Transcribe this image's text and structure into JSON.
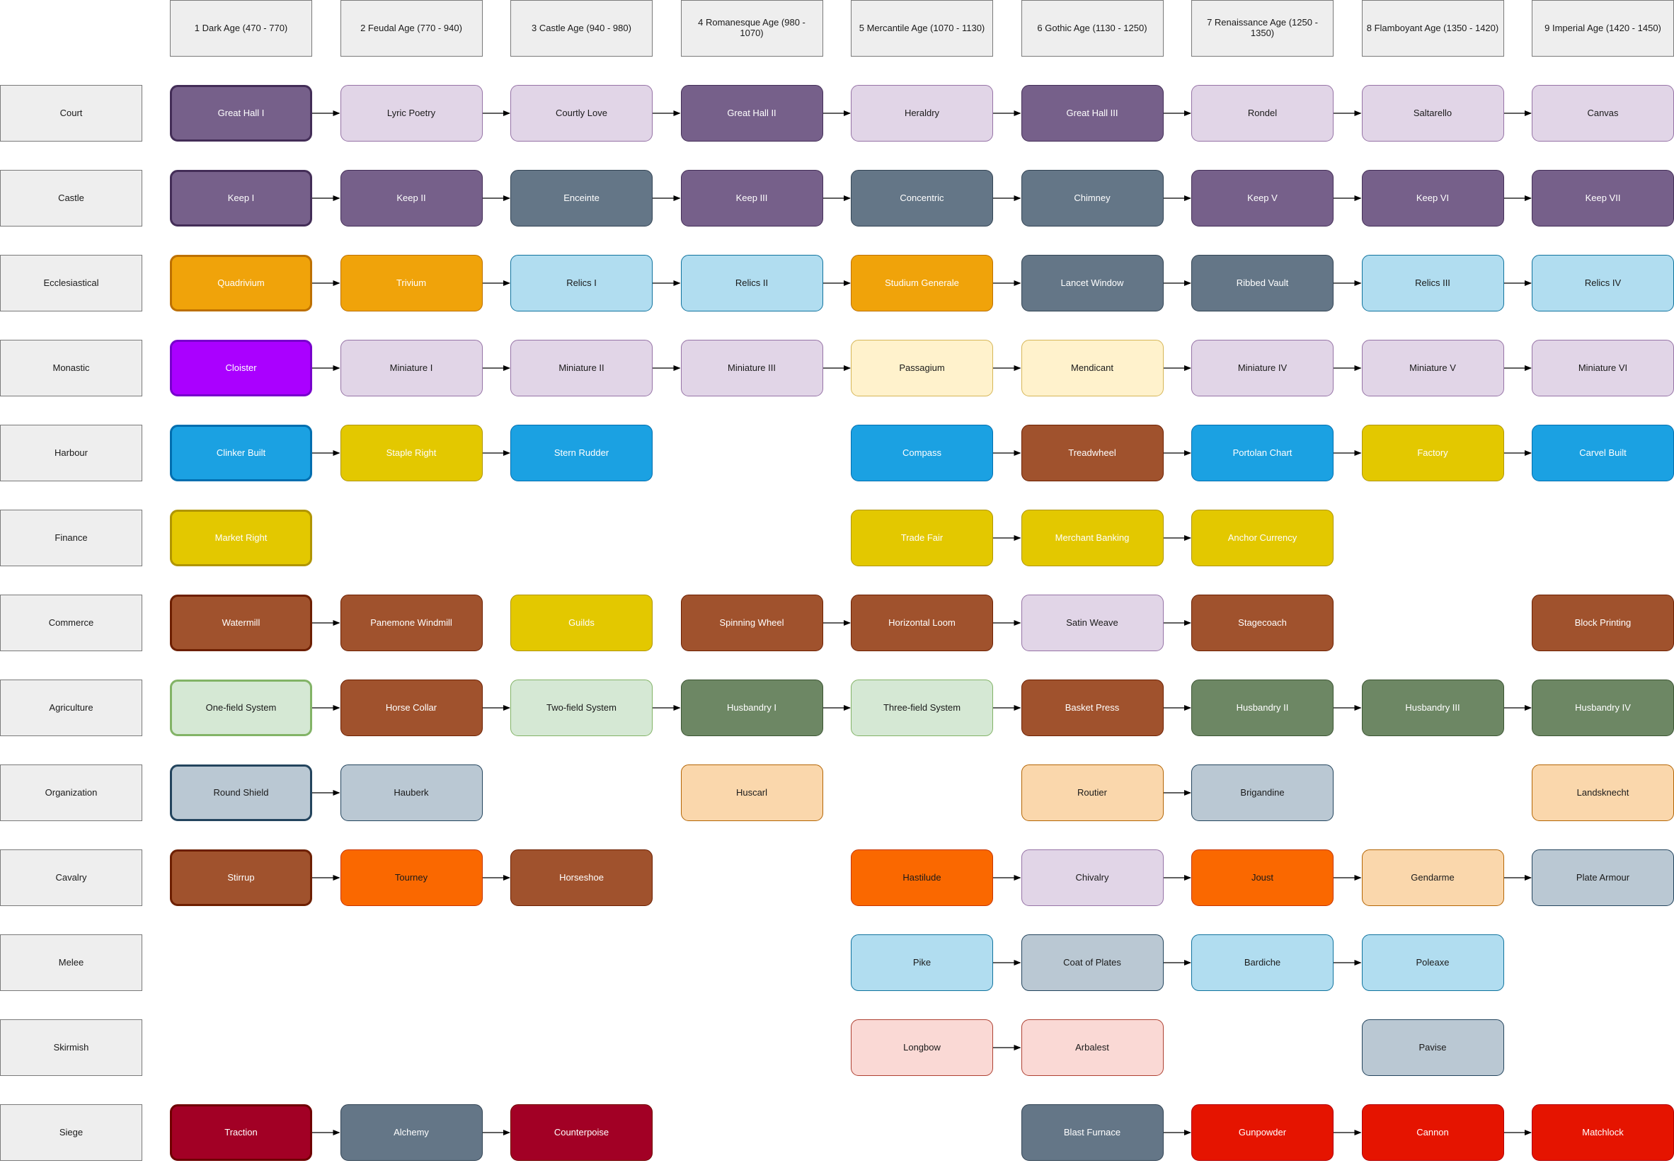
{
  "ages": [
    "1 Dark Age (470 - 770)",
    "2 Feudal Age (770 - 940)",
    "3 Castle Age (940 - 980)",
    "4 Romanesque Age (980 - 1070)",
    "5 Mercantile Age (1070 - 1130)",
    "6 Gothic Age (1130 - 1250)",
    "7 Renaissance Age (1250 - 1350)",
    "8 Flamboyant Age (1350 - 1420)",
    "9 Imperial Age (1420 - 1450)"
  ],
  "categories": [
    "Court",
    "Castle",
    "Ecclesiastical",
    "Monastic",
    "Harbour",
    "Finance",
    "Commerce",
    "Agriculture",
    "Organization",
    "Cavalry",
    "Melee",
    "Skirmish",
    "Siege"
  ],
  "palette": {
    "purple": {
      "fill": "#76608a",
      "stroke": "#432d57",
      "text": "#ffffff"
    },
    "lilac": {
      "fill": "#e1d5e7",
      "stroke": "#9673a6",
      "text": "#1a1a1a"
    },
    "slate": {
      "fill": "#647687",
      "stroke": "#314354",
      "text": "#ffffff"
    },
    "amber": {
      "fill": "#f0a30a",
      "stroke": "#bd7000",
      "text": "#ffffff"
    },
    "sky": {
      "fill": "#b1ddf0",
      "stroke": "#10739e",
      "text": "#1a1a1a"
    },
    "violet": {
      "fill": "#aa00ff",
      "stroke": "#7700cc",
      "text": "#ffffff"
    },
    "cream": {
      "fill": "#fff2cc",
      "stroke": "#d6b656",
      "text": "#1a1a1a"
    },
    "cyan": {
      "fill": "#1ba1e2",
      "stroke": "#006eaf",
      "text": "#ffffff"
    },
    "yellow": {
      "fill": "#e3c800",
      "stroke": "#b09500",
      "text": "#ffffff"
    },
    "brown": {
      "fill": "#a0522d",
      "stroke": "#6d1f00",
      "text": "#ffffff"
    },
    "mint": {
      "fill": "#d5e8d4",
      "stroke": "#82b366",
      "text": "#1a1a1a"
    },
    "olive": {
      "fill": "#6d8764",
      "stroke": "#3a5431",
      "text": "#ffffff"
    },
    "steel": {
      "fill": "#bac8d3",
      "stroke": "#23445d",
      "text": "#1a1a1a"
    },
    "peach": {
      "fill": "#fad7ac",
      "stroke": "#b46504",
      "text": "#1a1a1a"
    },
    "orange": {
      "fill": "#fa6800",
      "stroke": "#c73500",
      "text": "#1a1a1a"
    },
    "pink": {
      "fill": "#fad9d5",
      "stroke": "#ae4132",
      "text": "#1a1a1a"
    },
    "crimson": {
      "fill": "#a20025",
      "stroke": "#6f0000",
      "text": "#ffffff"
    },
    "red": {
      "fill": "#e51400",
      "stroke": "#b20000",
      "text": "#ffffff"
    }
  },
  "rows": [
    {
      "category": "Court",
      "nodes": [
        {
          "age": 1,
          "label": "Great Hall I",
          "color": "purple"
        },
        {
          "age": 2,
          "label": "Lyric Poetry",
          "color": "lilac"
        },
        {
          "age": 3,
          "label": "Courtly Love",
          "color": "lilac"
        },
        {
          "age": 4,
          "label": "Great Hall II",
          "color": "purple"
        },
        {
          "age": 5,
          "label": "Heraldry",
          "color": "lilac"
        },
        {
          "age": 6,
          "label": "Great Hall III",
          "color": "purple"
        },
        {
          "age": 7,
          "label": "Rondel",
          "color": "lilac"
        },
        {
          "age": 8,
          "label": "Saltarello",
          "color": "lilac"
        },
        {
          "age": 9,
          "label": "Canvas",
          "color": "lilac"
        }
      ],
      "links": [
        [
          1,
          2
        ],
        [
          2,
          3
        ],
        [
          3,
          4
        ],
        [
          4,
          5
        ],
        [
          5,
          6
        ],
        [
          6,
          7
        ],
        [
          7,
          8
        ],
        [
          8,
          9
        ]
      ]
    },
    {
      "category": "Castle",
      "nodes": [
        {
          "age": 1,
          "label": "Keep I",
          "color": "purple"
        },
        {
          "age": 2,
          "label": "Keep II",
          "color": "purple"
        },
        {
          "age": 3,
          "label": "Enceinte",
          "color": "slate"
        },
        {
          "age": 4,
          "label": "Keep III",
          "color": "purple"
        },
        {
          "age": 5,
          "label": "Concentric",
          "color": "slate"
        },
        {
          "age": 6,
          "label": "Chimney",
          "color": "slate"
        },
        {
          "age": 7,
          "label": "Keep V",
          "color": "purple"
        },
        {
          "age": 8,
          "label": "Keep VI",
          "color": "purple"
        },
        {
          "age": 9,
          "label": "Keep VII",
          "color": "purple"
        }
      ],
      "links": [
        [
          1,
          2
        ],
        [
          2,
          3
        ],
        [
          3,
          4
        ],
        [
          4,
          5
        ],
        [
          5,
          6
        ],
        [
          6,
          7
        ],
        [
          7,
          8
        ],
        [
          8,
          9
        ]
      ]
    },
    {
      "category": "Ecclesiastical",
      "nodes": [
        {
          "age": 1,
          "label": "Quadrivium",
          "color": "amber"
        },
        {
          "age": 2,
          "label": "Trivium",
          "color": "amber"
        },
        {
          "age": 3,
          "label": "Relics I",
          "color": "sky"
        },
        {
          "age": 4,
          "label": "Relics II",
          "color": "sky"
        },
        {
          "age": 5,
          "label": "Studium Generale",
          "color": "amber"
        },
        {
          "age": 6,
          "label": "Lancet Window",
          "color": "slate"
        },
        {
          "age": 7,
          "label": "Ribbed Vault",
          "color": "slate"
        },
        {
          "age": 8,
          "label": "Relics III",
          "color": "sky"
        },
        {
          "age": 9,
          "label": "Relics IV",
          "color": "sky"
        }
      ],
      "links": [
        [
          1,
          2
        ],
        [
          2,
          3
        ],
        [
          3,
          4
        ],
        [
          4,
          5
        ],
        [
          5,
          6
        ],
        [
          6,
          7
        ],
        [
          7,
          8
        ],
        [
          8,
          9
        ]
      ]
    },
    {
      "category": "Monastic",
      "nodes": [
        {
          "age": 1,
          "label": "Cloister",
          "color": "violet"
        },
        {
          "age": 2,
          "label": "Miniature I",
          "color": "lilac"
        },
        {
          "age": 3,
          "label": "Miniature II",
          "color": "lilac"
        },
        {
          "age": 4,
          "label": "Miniature III",
          "color": "lilac"
        },
        {
          "age": 5,
          "label": "Passagium",
          "color": "cream"
        },
        {
          "age": 6,
          "label": "Mendicant",
          "color": "cream"
        },
        {
          "age": 7,
          "label": "Miniature IV",
          "color": "lilac"
        },
        {
          "age": 8,
          "label": "Miniature V",
          "color": "lilac"
        },
        {
          "age": 9,
          "label": "Miniature VI",
          "color": "lilac"
        }
      ],
      "links": [
        [
          1,
          2
        ],
        [
          2,
          3
        ],
        [
          3,
          4
        ],
        [
          4,
          5
        ],
        [
          5,
          6
        ],
        [
          6,
          7
        ],
        [
          7,
          8
        ],
        [
          8,
          9
        ]
      ]
    },
    {
      "category": "Harbour",
      "nodes": [
        {
          "age": 1,
          "label": "Clinker Built",
          "color": "cyan"
        },
        {
          "age": 2,
          "label": "Staple Right",
          "color": "yellow"
        },
        {
          "age": 3,
          "label": "Stern Rudder",
          "color": "cyan"
        },
        {
          "age": 5,
          "label": "Compass",
          "color": "cyan"
        },
        {
          "age": 6,
          "label": "Treadwheel",
          "color": "brown"
        },
        {
          "age": 7,
          "label": "Portolan Chart",
          "color": "cyan"
        },
        {
          "age": 8,
          "label": "Factory",
          "color": "yellow"
        },
        {
          "age": 9,
          "label": "Carvel Built",
          "color": "cyan"
        }
      ],
      "links": [
        [
          1,
          2
        ],
        [
          2,
          3
        ],
        [
          5,
          6
        ],
        [
          6,
          7
        ],
        [
          7,
          8
        ],
        [
          8,
          9
        ]
      ]
    },
    {
      "category": "Finance",
      "nodes": [
        {
          "age": 1,
          "label": "Market Right",
          "color": "yellow"
        },
        {
          "age": 5,
          "label": "Trade Fair",
          "color": "yellow"
        },
        {
          "age": 6,
          "label": "Merchant Banking",
          "color": "yellow"
        },
        {
          "age": 7,
          "label": "Anchor Currency",
          "color": "yellow"
        }
      ],
      "links": [
        [
          5,
          6
        ],
        [
          6,
          7
        ]
      ]
    },
    {
      "category": "Commerce",
      "nodes": [
        {
          "age": 1,
          "label": "Watermill",
          "color": "brown"
        },
        {
          "age": 2,
          "label": "Panemone Windmill",
          "color": "brown"
        },
        {
          "age": 3,
          "label": "Guilds",
          "color": "yellow"
        },
        {
          "age": 4,
          "label": "Spinning Wheel",
          "color": "brown"
        },
        {
          "age": 5,
          "label": "Horizontal Loom",
          "color": "brown"
        },
        {
          "age": 6,
          "label": "Satin Weave",
          "color": "lilac"
        },
        {
          "age": 7,
          "label": "Stagecoach",
          "color": "brown"
        },
        {
          "age": 9,
          "label": "Block Printing",
          "color": "brown"
        }
      ],
      "links": [
        [
          1,
          2
        ],
        [
          4,
          5
        ],
        [
          5,
          6
        ],
        [
          6,
          7
        ]
      ]
    },
    {
      "category": "Agriculture",
      "nodes": [
        {
          "age": 1,
          "label": "One-field System",
          "color": "mint"
        },
        {
          "age": 2,
          "label": "Horse Collar",
          "color": "brown"
        },
        {
          "age": 3,
          "label": "Two-field System",
          "color": "mint"
        },
        {
          "age": 4,
          "label": "Husbandry I",
          "color": "olive"
        },
        {
          "age": 5,
          "label": "Three-field System",
          "color": "mint"
        },
        {
          "age": 6,
          "label": "Basket Press",
          "color": "brown"
        },
        {
          "age": 7,
          "label": "Husbandry II",
          "color": "olive"
        },
        {
          "age": 8,
          "label": "Husbandry III",
          "color": "olive"
        },
        {
          "age": 9,
          "label": "Husbandry IV",
          "color": "olive"
        }
      ],
      "links": [
        [
          1,
          2
        ],
        [
          2,
          3
        ],
        [
          3,
          4
        ],
        [
          4,
          5
        ],
        [
          5,
          6
        ],
        [
          6,
          7
        ],
        [
          7,
          8
        ],
        [
          8,
          9
        ]
      ]
    },
    {
      "category": "Organization",
      "nodes": [
        {
          "age": 1,
          "label": "Round Shield",
          "color": "steel"
        },
        {
          "age": 2,
          "label": "Hauberk",
          "color": "steel"
        },
        {
          "age": 4,
          "label": "Huscarl",
          "color": "peach"
        },
        {
          "age": 6,
          "label": "Routier",
          "color": "peach"
        },
        {
          "age": 7,
          "label": "Brigandine",
          "color": "steel"
        },
        {
          "age": 9,
          "label": "Landsknecht",
          "color": "peach"
        }
      ],
      "links": [
        [
          1,
          2
        ],
        [
          6,
          7
        ]
      ]
    },
    {
      "category": "Cavalry",
      "nodes": [
        {
          "age": 1,
          "label": "Stirrup",
          "color": "brown"
        },
        {
          "age": 2,
          "label": "Tourney",
          "color": "orange"
        },
        {
          "age": 3,
          "label": "Horseshoe",
          "color": "brown"
        },
        {
          "age": 5,
          "label": "Hastilude",
          "color": "orange"
        },
        {
          "age": 6,
          "label": "Chivalry",
          "color": "lilac"
        },
        {
          "age": 7,
          "label": "Joust",
          "color": "orange"
        },
        {
          "age": 8,
          "label": "Gendarme",
          "color": "peach"
        },
        {
          "age": 9,
          "label": "Plate Armour",
          "color": "steel"
        }
      ],
      "links": [
        [
          1,
          2
        ],
        [
          2,
          3
        ],
        [
          5,
          6
        ],
        [
          6,
          7
        ],
        [
          7,
          8
        ],
        [
          8,
          9
        ]
      ]
    },
    {
      "category": "Melee",
      "nodes": [
        {
          "age": 5,
          "label": "Pike",
          "color": "sky"
        },
        {
          "age": 6,
          "label": "Coat of Plates",
          "color": "steel"
        },
        {
          "age": 7,
          "label": "Bardiche",
          "color": "sky"
        },
        {
          "age": 8,
          "label": "Poleaxe",
          "color": "sky"
        }
      ],
      "links": [
        [
          5,
          6
        ],
        [
          6,
          7
        ],
        [
          7,
          8
        ]
      ]
    },
    {
      "category": "Skirmish",
      "nodes": [
        {
          "age": 5,
          "label": "Longbow",
          "color": "pink"
        },
        {
          "age": 6,
          "label": "Arbalest",
          "color": "pink"
        },
        {
          "age": 8,
          "label": "Pavise",
          "color": "steel"
        }
      ],
      "links": [
        [
          5,
          6
        ]
      ]
    },
    {
      "category": "Siege",
      "nodes": [
        {
          "age": 1,
          "label": "Traction",
          "color": "crimson"
        },
        {
          "age": 2,
          "label": "Alchemy",
          "color": "slate"
        },
        {
          "age": 3,
          "label": "Counterpoise",
          "color": "crimson"
        },
        {
          "age": 6,
          "label": "Blast Furnace",
          "color": "slate"
        },
        {
          "age": 7,
          "label": "Gunpowder",
          "color": "red"
        },
        {
          "age": 8,
          "label": "Cannon",
          "color": "red"
        },
        {
          "age": 9,
          "label": "Matchlock",
          "color": "red"
        }
      ],
      "links": [
        [
          1,
          2
        ],
        [
          2,
          3
        ],
        [
          6,
          7
        ],
        [
          7,
          8
        ],
        [
          8,
          9
        ]
      ]
    }
  ]
}
